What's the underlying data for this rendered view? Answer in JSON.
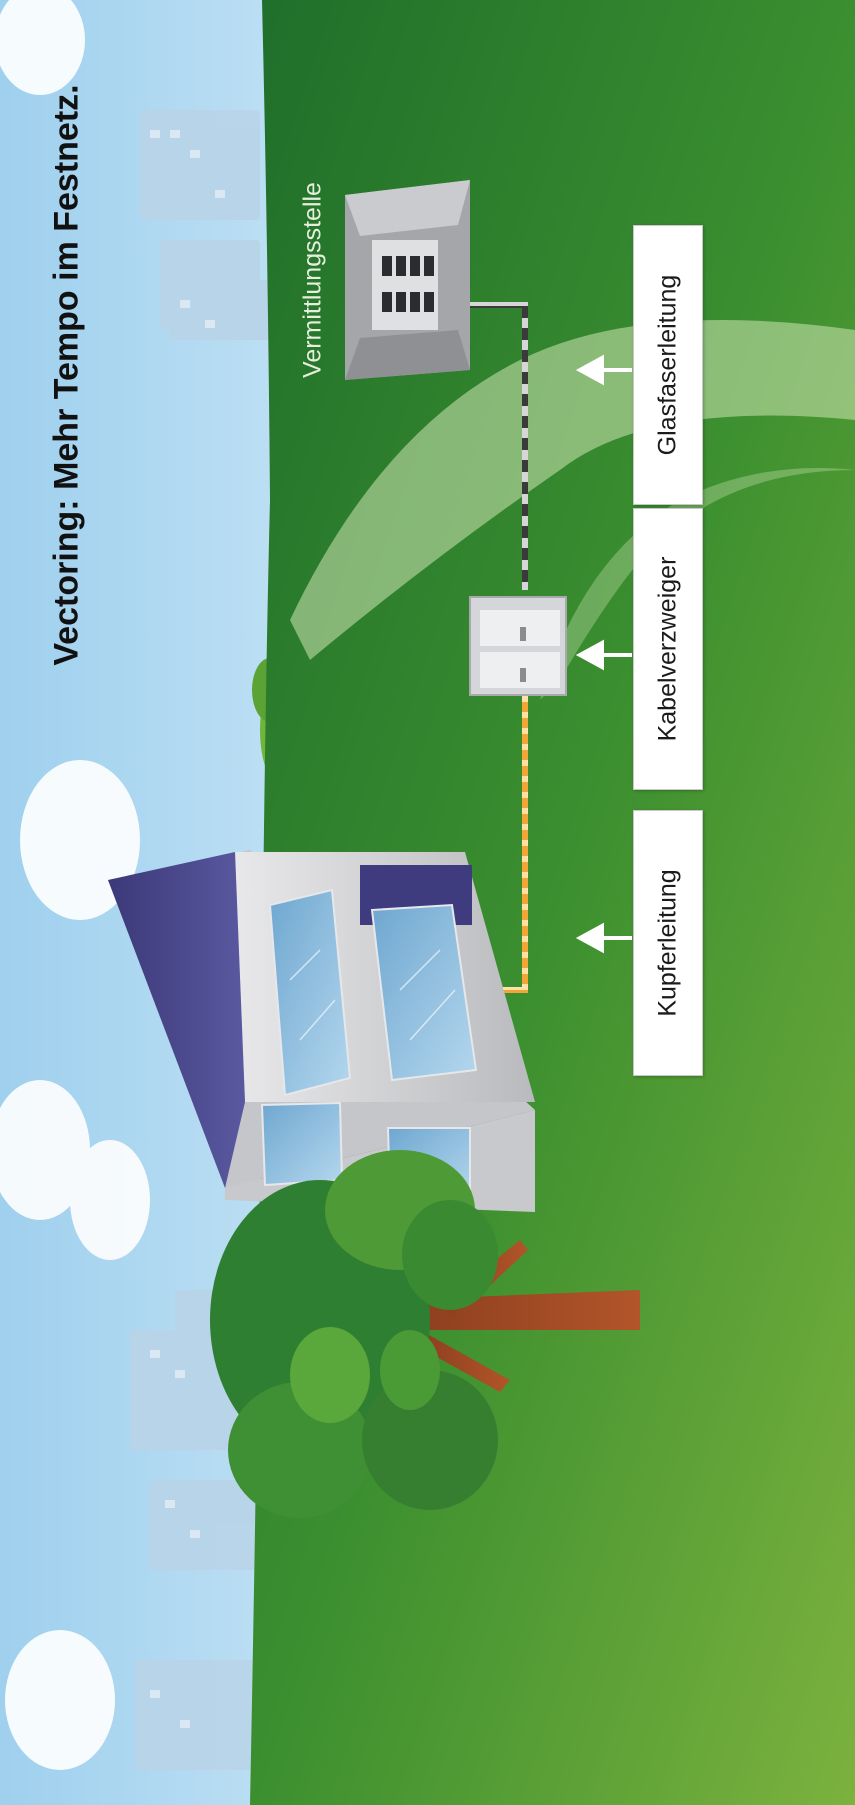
{
  "title": "Vectoring: Mehr Tempo im Festnetz.",
  "labels": {
    "exchange": "Vermittlungsstelle",
    "fiber": "Glasfaserleitung",
    "cabinet": "Kabelverzweiger",
    "copper": "Kupferleitung"
  },
  "colors": {
    "grass_dark": "#2c7d2e",
    "grass_light": "#7db33c",
    "sky": "#a9d6ef",
    "copper_cable": "#f0a030",
    "fiber_cable": "#2a2a2a",
    "house_roof": "#4b4a8a",
    "window": "#8fc0e0"
  },
  "icons": [
    "house-icon",
    "tree-icon",
    "cabinet-icon",
    "exchange-icon",
    "arrow-icon"
  ]
}
